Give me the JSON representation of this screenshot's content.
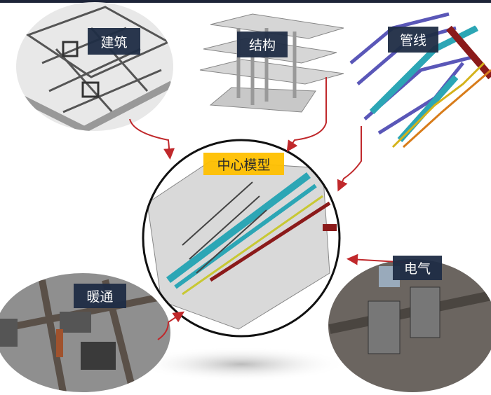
{
  "labels": {
    "architecture": "建筑",
    "structure": "结构",
    "pipeline": "管线",
    "central_model": "中心模型",
    "hvac": "暖通",
    "electrical": "电气"
  },
  "colors": {
    "label_bg": "#1f2d45",
    "central_label_bg": "#ffc000",
    "arrow": "#c0282b"
  }
}
